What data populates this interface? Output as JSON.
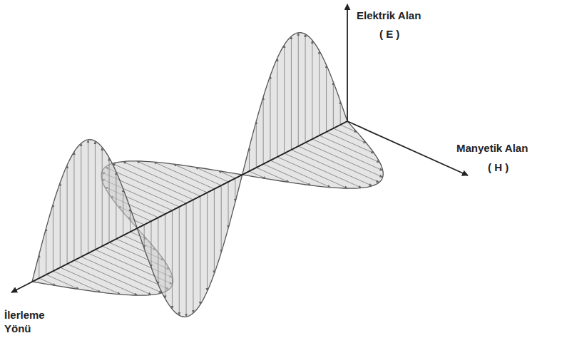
{
  "diagram": {
    "labels": [
      "Elektrik Alan",
      "( E )",
      "Manyetik Alan",
      "( H )",
      "İlerleme Yönü"
    ]
  }
}
